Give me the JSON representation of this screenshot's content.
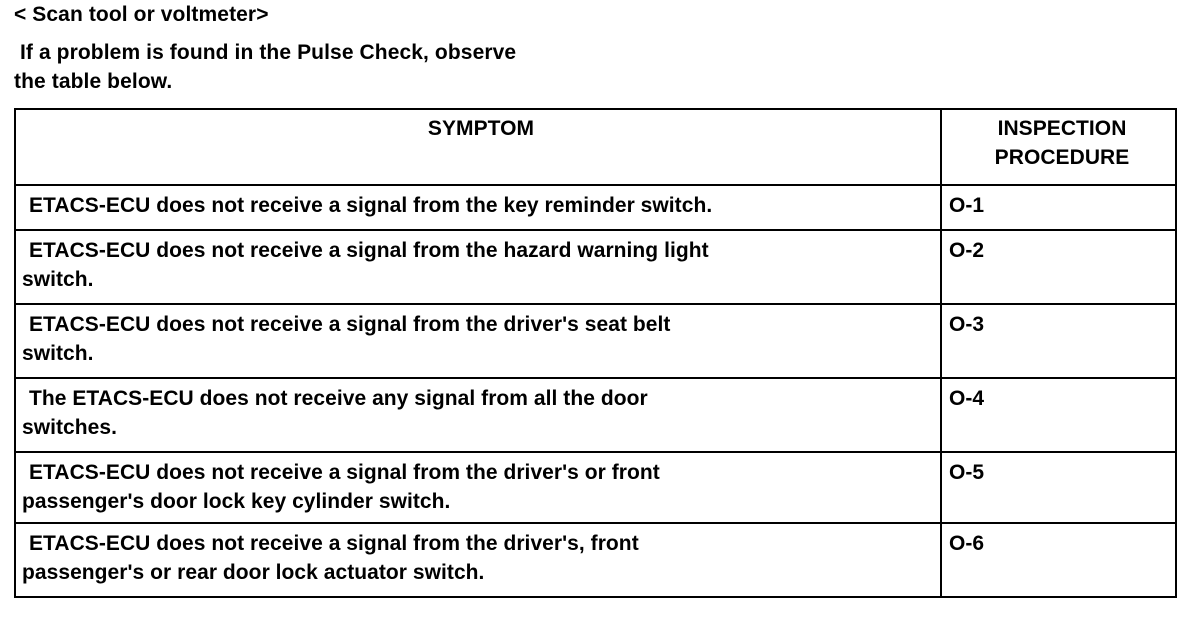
{
  "intro": {
    "heading": "< Scan tool or voltmeter>",
    "line1": "If a problem is found in the Pulse Check, observe",
    "line2": "the table below."
  },
  "table": {
    "headers": {
      "symptom": "SYMPTOM",
      "procedure_line1": "INSPECTION",
      "procedure_line2": "PROCEDURE"
    },
    "rows": [
      {
        "symptom_line1": "ETACS-ECU does not receive a signal from the key reminder switch.",
        "symptom_line2": "",
        "procedure": "O-1"
      },
      {
        "symptom_line1": "ETACS-ECU does not receive a signal from the hazard warning light",
        "symptom_line2": "switch.",
        "procedure": "O-2"
      },
      {
        "symptom_line1": "ETACS-ECU does not receive a signal from the driver's seat belt",
        "symptom_line2": "switch.",
        "procedure": "O-3"
      },
      {
        "symptom_line1": "The ETACS-ECU does not receive any signal from all the door",
        "symptom_line2": "switches.",
        "procedure": "O-4"
      },
      {
        "symptom_line1": "ETACS-ECU does not receive a signal from the driver's or front",
        "symptom_line2": "passenger's door lock key cylinder switch.",
        "procedure": "O-5"
      },
      {
        "symptom_line1": "ETACS-ECU does not receive a signal from the driver's, front",
        "symptom_line2": "passenger's or rear door lock actuator switch.",
        "procedure": "O-6"
      }
    ]
  },
  "colors": {
    "text": "#000000",
    "background": "#ffffff",
    "border": "#000000"
  }
}
